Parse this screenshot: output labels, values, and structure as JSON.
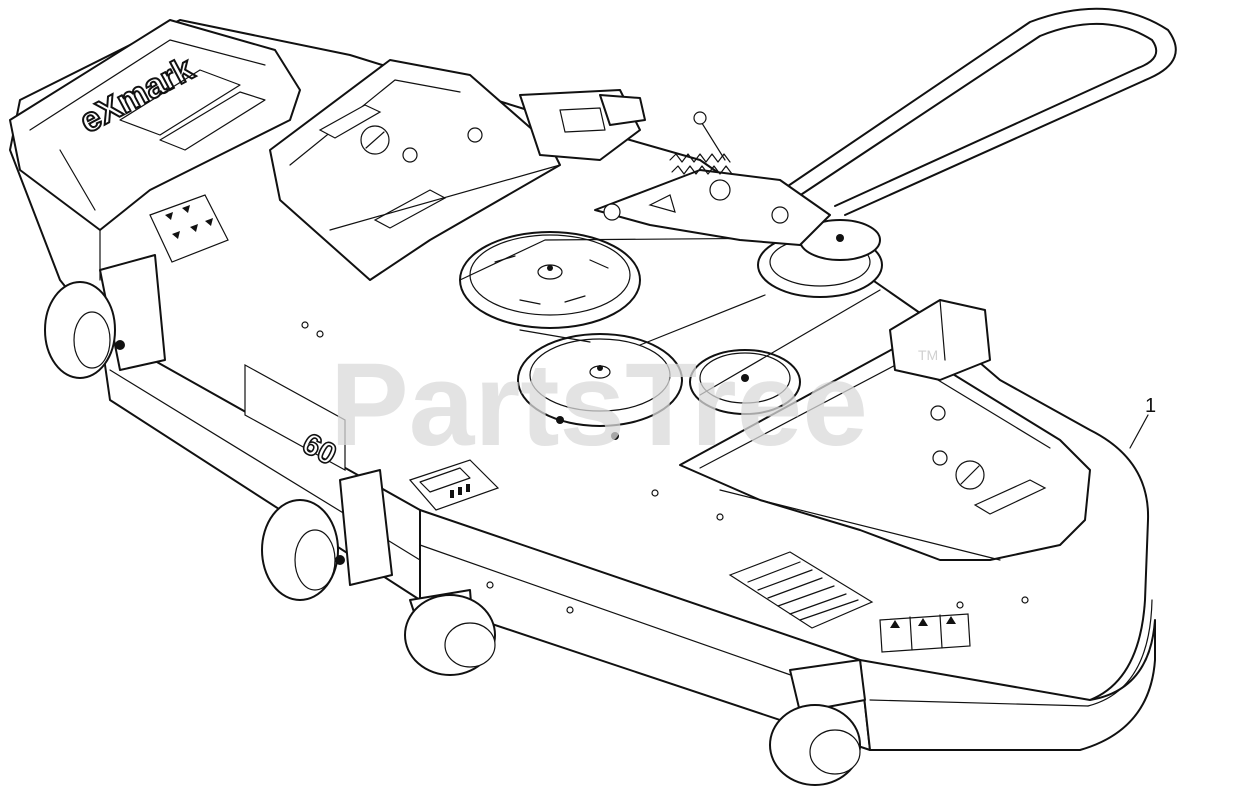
{
  "diagram": {
    "callout_label": "1",
    "watermark_text": "PartsTree",
    "watermark_tm": "TM",
    "brand_text": "eXmark",
    "deck_size_text": "60",
    "colors": {
      "line": "#111111",
      "background": "#ffffff",
      "watermark": "#d9d9d9"
    }
  }
}
